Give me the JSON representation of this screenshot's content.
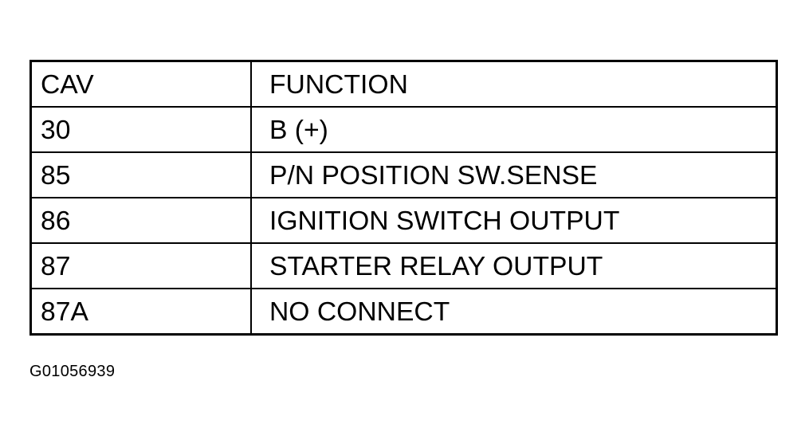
{
  "table": {
    "headers": [
      "CAV",
      "FUNCTION"
    ],
    "rows": [
      [
        "30",
        "B (+)"
      ],
      [
        "85",
        "P/N POSITION SW.SENSE"
      ],
      [
        "86",
        "IGNITION SWITCH OUTPUT"
      ],
      [
        "87",
        "STARTER RELAY OUTPUT"
      ],
      [
        "87A",
        "NO CONNECT"
      ]
    ]
  },
  "figure_id": "G01056939"
}
